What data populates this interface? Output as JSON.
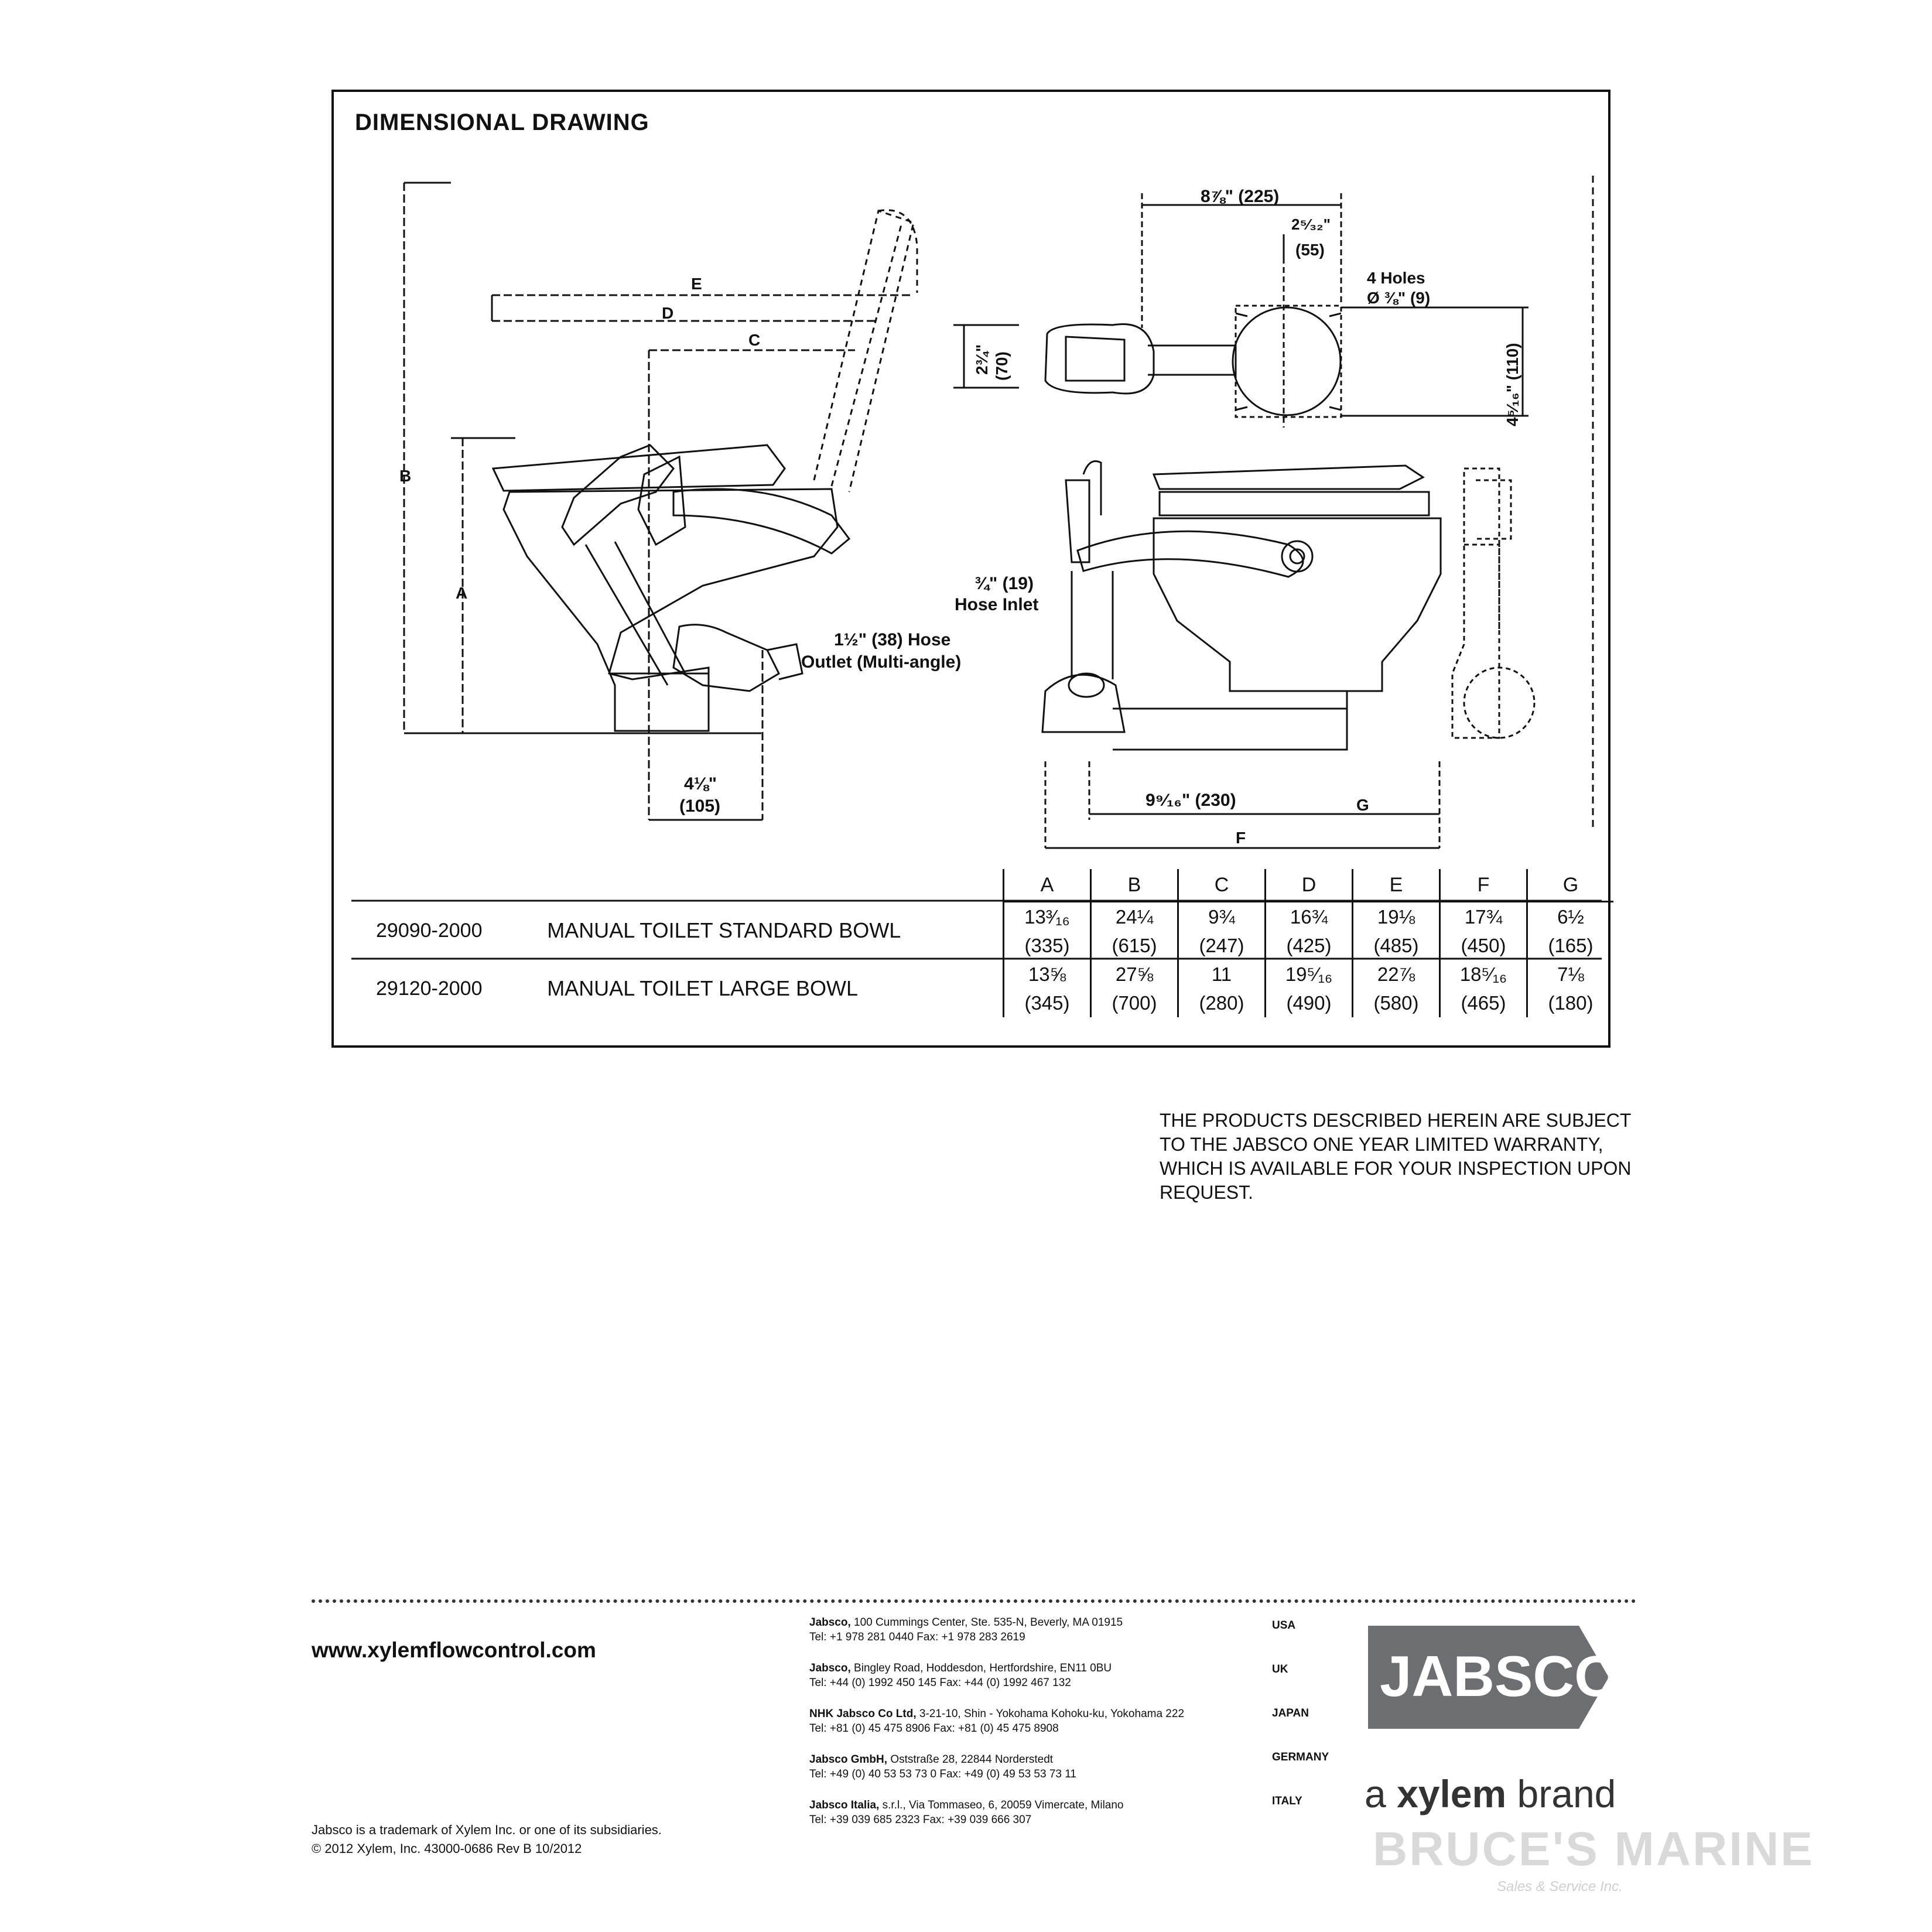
{
  "header": {
    "title": "DIMENSIONAL DRAWING"
  },
  "drawing_labels": {
    "dim_e": "E",
    "dim_d": "D",
    "dim_c": "C",
    "dim_b": "B",
    "dim_a": "A",
    "dim_g": "G",
    "dim_f": "F",
    "top_width": "8⅞\" (225)",
    "small_offset_1": "2⁵⁄₃₂\"",
    "small_offset_2": "(55)",
    "holes_1": "4 Holes",
    "holes_2": "Ø ⅜\" (9)",
    "depth_1": "2¾\"",
    "depth_2": "(70)",
    "height_side": "4⁵⁄₁₆\" (110)",
    "hose_outlet_1": "1½\" (38) Hose",
    "hose_outlet_2": "Outlet (Multi-angle)",
    "hose_inlet_1": "¾\" (19)",
    "hose_inlet_2": "Hose Inlet",
    "base_offset_1": "4⅛\"",
    "base_offset_2": "(105)",
    "base_width": "9⁹⁄₁₆\" (230)"
  },
  "table": {
    "columns": [
      "A",
      "B",
      "C",
      "D",
      "E",
      "F",
      "G"
    ],
    "rows": [
      {
        "part": "29090-2000",
        "description": "MANUAL TOILET STANDARD BOWL",
        "imperial": [
          "13³⁄₁₆",
          "24¼",
          "9¾",
          "16¾",
          "19⅛",
          "17¾",
          "6½"
        ],
        "metric": [
          "(335)",
          "(615)",
          "(247)",
          "(425)",
          "(485)",
          "(450)",
          "(165)"
        ]
      },
      {
        "part": "29120-2000",
        "description": "MANUAL TOILET LARGE BOWL",
        "imperial": [
          "13⅝",
          "27⅝",
          "11",
          "19⁵⁄₁₆",
          "22⅞",
          "18⁵⁄₁₆",
          "7⅛"
        ],
        "metric": [
          "(345)",
          "(700)",
          "(280)",
          "(490)",
          "(580)",
          "(465)",
          "(180)"
        ]
      }
    ]
  },
  "warranty": "THE PRODUCTS DESCRIBED HEREIN ARE SUBJECT TO THE JABSCO ONE YEAR LIMITED WARRANTY, WHICH IS AVAILABLE FOR YOUR INSPECTION UPON REQUEST.",
  "footer": {
    "website": "www.xylemflowcontrol.com",
    "trademark_line": "Jabsco is a trademark of Xylem Inc. or one of its subsidiaries.",
    "copyright_line": "© 2012  Xylem, Inc.    43000-0686   Rev B 10/2012",
    "contacts": [
      {
        "name": "Jabsco,",
        "address": "100 Cummings Center, Ste. 535-N, Beverly, MA 01915",
        "phone": "Tel:  +1 978 281 0440     Fax:  +1 978 283 2619",
        "country": "USA"
      },
      {
        "name": "Jabsco,",
        "address": "Bingley Road, Hoddesdon, Hertfordshire, EN11 0BU",
        "phone": "Tel:  +44 (0) 1992 450 145     Fax:  +44 (0) 1992 467 132",
        "country": "UK"
      },
      {
        "name": "NHK Jabsco Co Ltd,",
        "address": "3-21-10, Shin - Yokohama Kohoku-ku, Yokohama 222",
        "phone": "Tel:  +81 (0) 45 475 8906     Fax:  +81 (0) 45 475 8908",
        "country": "JAPAN"
      },
      {
        "name": "Jabsco GmbH,",
        "address": "Oststraße 28, 22844 Norderstedt",
        "phone": "Tel:  +49 (0) 40 53 53 73 0     Fax:  +49 (0) 49 53 53 73 11",
        "country": "GERMANY"
      },
      {
        "name": "Jabsco Italia,",
        "address": "s.r.l., Via Tommaseo, 6, 20059 Vimercate, Milano",
        "phone": "Tel:  +39 039 685 2323     Fax:  +39 039 666 307",
        "country": "ITALY"
      }
    ],
    "logo_text": "JABSCO",
    "brand_prefix": "a",
    "brand_name": "xylem",
    "brand_suffix": "brand",
    "watermark": "BRUCE'S MARINE",
    "watermark_sub": "Sales & Service Inc."
  },
  "colors": {
    "ink": "#111111",
    "logo_gray": "#6d6e71",
    "watermark": "#d9d9d9"
  }
}
